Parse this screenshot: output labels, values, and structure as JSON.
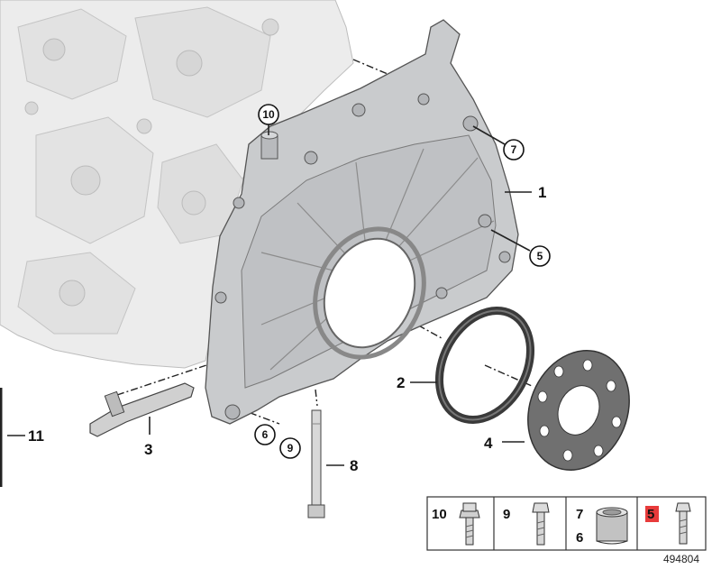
{
  "callouts": {
    "c1": "1",
    "c2": "2",
    "c3": "3",
    "c4": "4",
    "c5": "5",
    "c6": "6",
    "c7": "7",
    "c8": "8",
    "c9": "9",
    "c10": "10",
    "c11": "11"
  },
  "legend": {
    "items": [
      {
        "label": "10",
        "part": "flange-bolt"
      },
      {
        "label": "9",
        "part": "bolt"
      },
      {
        "label": "7",
        "label2": "6",
        "part": "dowel-sleeve"
      },
      {
        "label": "5",
        "part": "bolt",
        "highlight": "#e83b3b"
      }
    ]
  },
  "diagram_id": "494804",
  "colors": {
    "block": "#e7e7e7",
    "cover": "#c9cbcd",
    "line": "#222222",
    "highlight": "#e83b3b"
  }
}
